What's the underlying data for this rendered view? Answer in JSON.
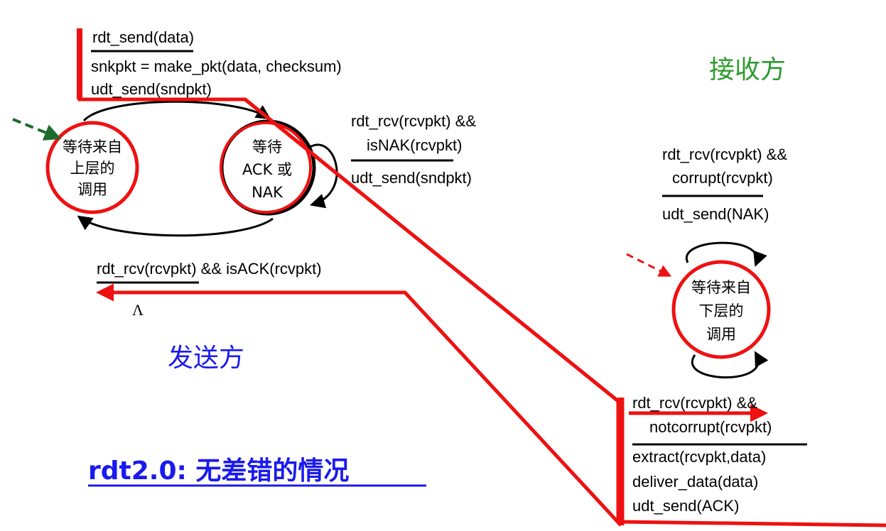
{
  "diagram": {
    "title": "rdt2.0: 无差错的情况",
    "sender_label": "发送方",
    "receiver_label": "接收方",
    "sender_state_wait_call": [
      "等待来自",
      "上层的",
      "调用"
    ],
    "sender_state_wait_ack": [
      "等待",
      "ACK 或",
      "NAK"
    ],
    "receiver_state_wait_call": [
      "等待来自",
      "下层的",
      "调用"
    ],
    "sender_send_event": "rdt_send(data)",
    "sender_send_actions": [
      "snkpkt = make_pkt(data, checksum)",
      "udt_send(sndpkt)"
    ],
    "sender_nak_event": [
      "rdt_rcv(rcvpkt) &&",
      "isNAK(rcvpkt)"
    ],
    "sender_nak_action": "udt_send(sndpkt)",
    "sender_ack_event": "rdt_rcv(rcvpkt) && isACK(rcvpkt)",
    "sender_ack_action": "Λ",
    "receiver_corrupt_event": [
      "rdt_rcv(rcvpkt) &&",
      "corrupt(rcvpkt)"
    ],
    "receiver_corrupt_action": "udt_send(NAK)",
    "receiver_ok_event": [
      "rdt_rcv(rcvpkt) &&",
      "notcorrupt(rcvpkt)"
    ],
    "receiver_ok_actions": [
      "extract(rcvpkt,data)",
      "deliver_data(data)",
      "udt_send(ACK)"
    ],
    "colors": {
      "highlight": "#ee1111",
      "sender_label": "#1a1aee",
      "receiver_label": "#2e9a2e",
      "initial_arrow_sender": "#1e6b2e",
      "initial_arrow_receiver": "#ee1111",
      "title": "#1a1aee"
    }
  }
}
